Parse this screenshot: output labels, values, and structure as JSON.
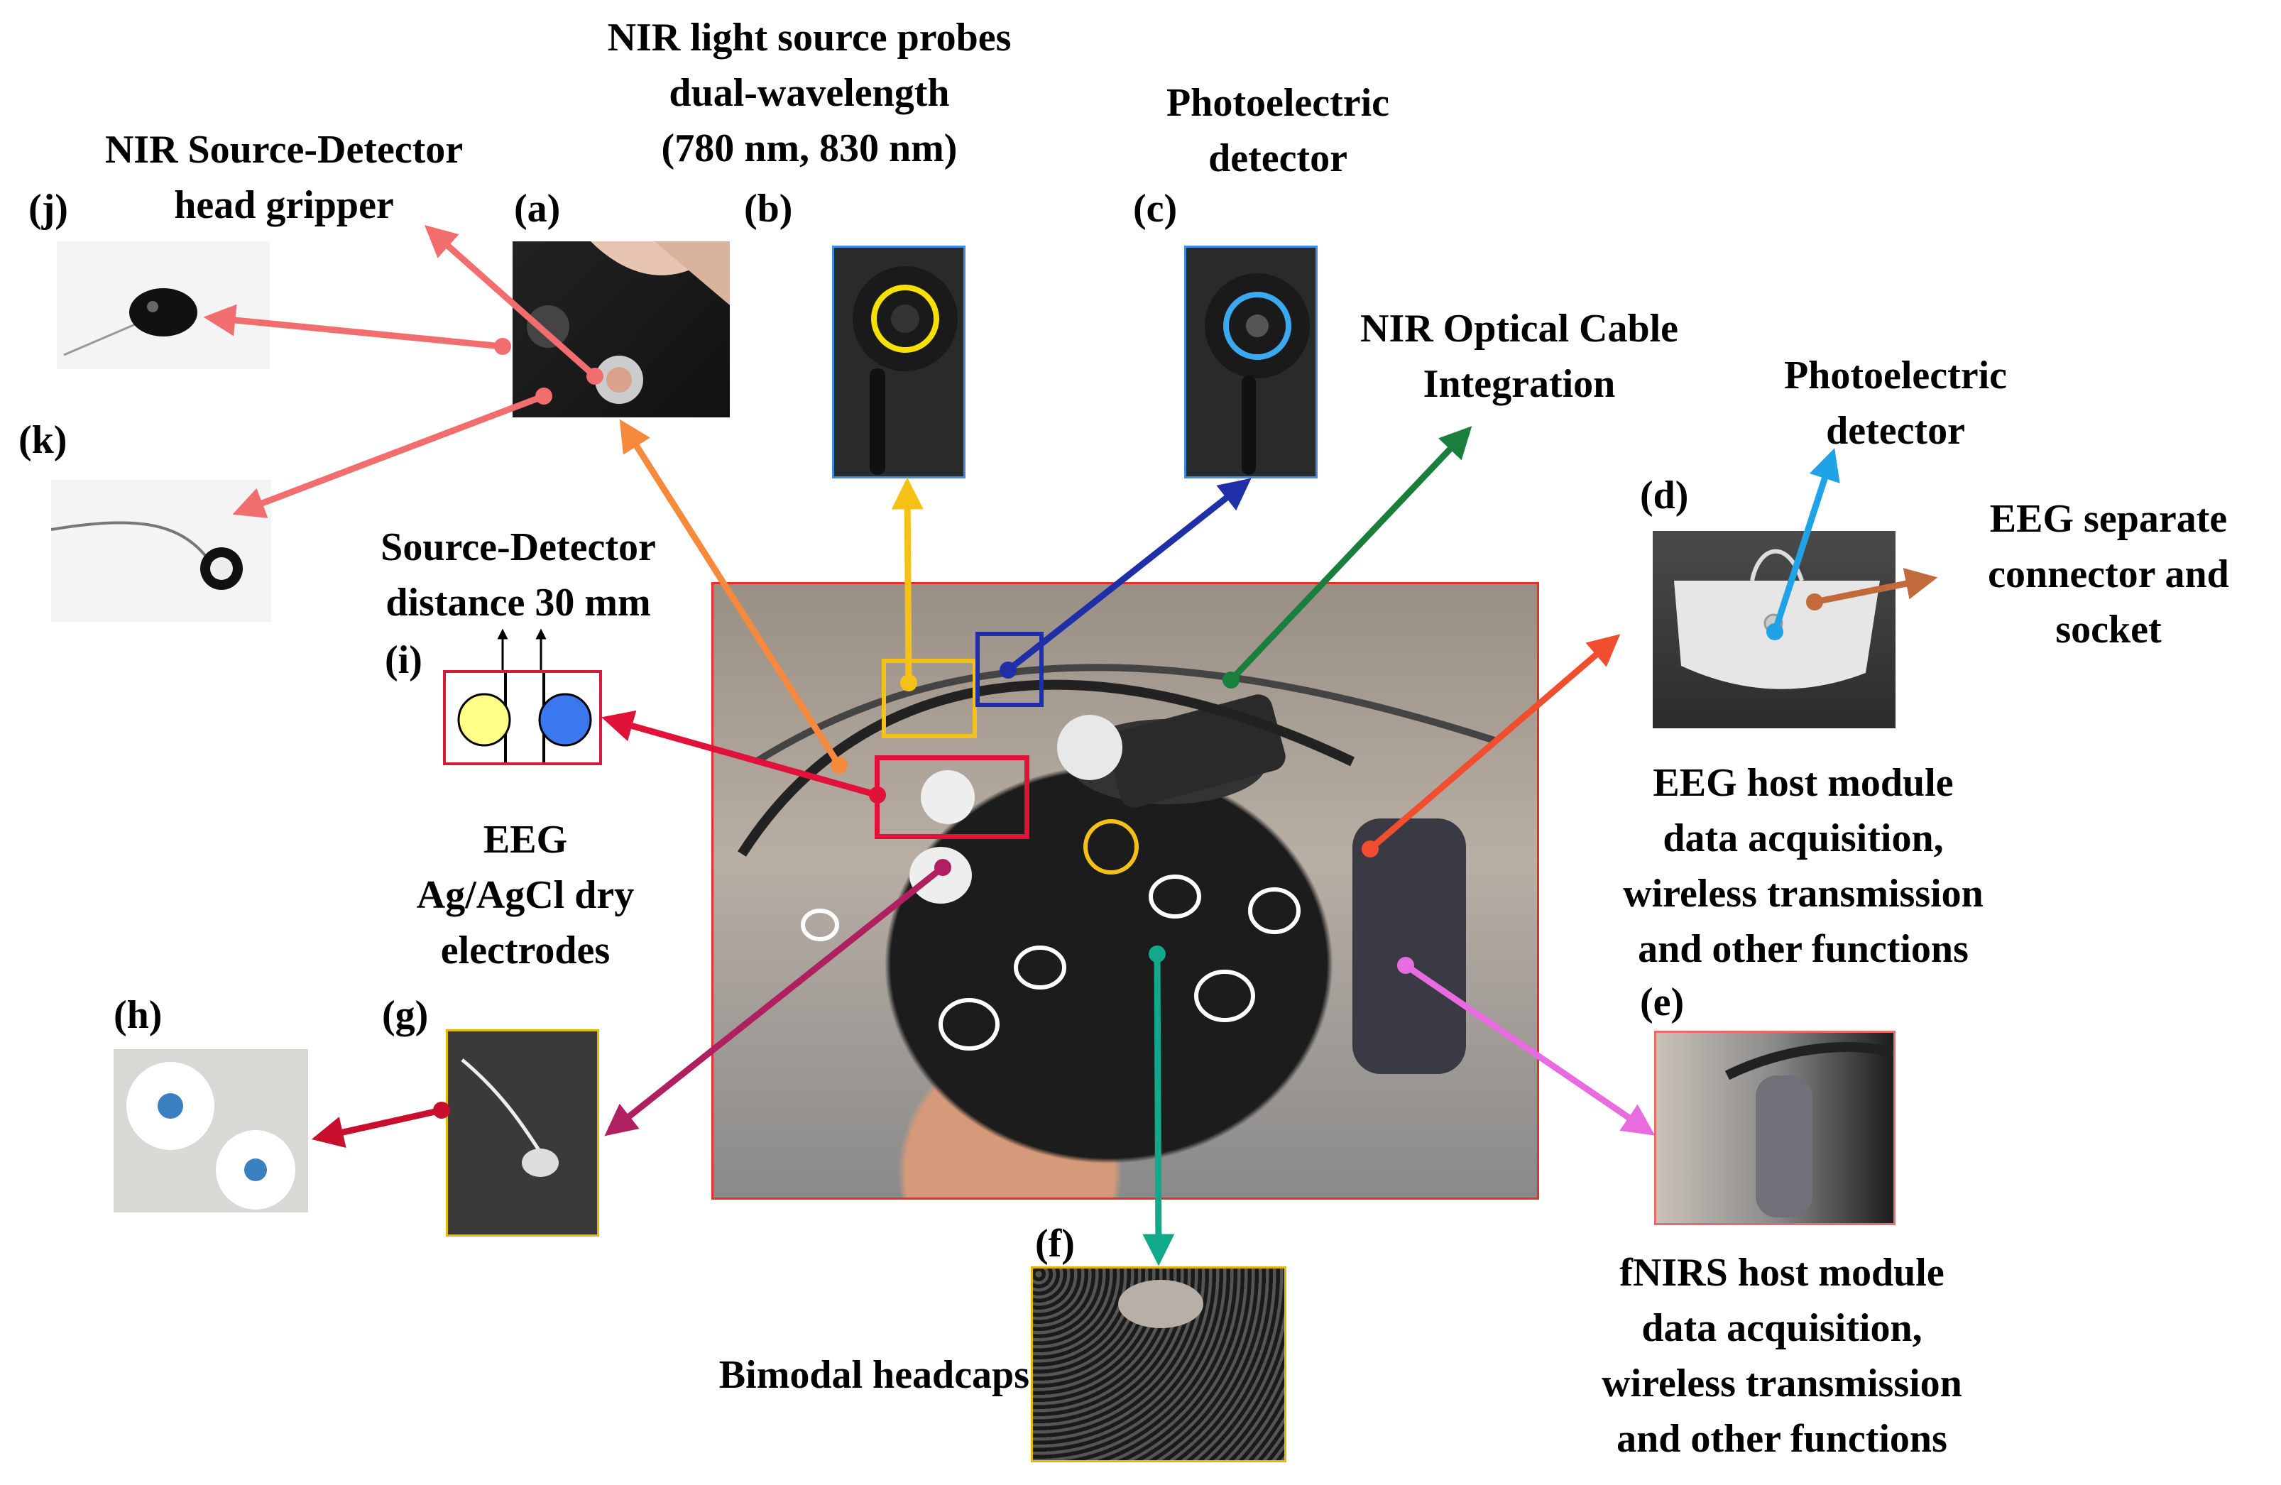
{
  "labels": {
    "j_title": [
      "NIR Source-Detector",
      "head gripper"
    ],
    "b_title": [
      "NIR light source probes",
      "dual-wavelength",
      "(780 nm, 830 nm)"
    ],
    "c_title": [
      "Photoelectric",
      "detector"
    ],
    "cable_title": [
      "NIR Optical Cable",
      "Integration"
    ],
    "d_photo_title": [
      "Photoelectric",
      "detector"
    ],
    "d_conn_title": [
      "EEG separate",
      "connector and",
      "socket"
    ],
    "i_title": [
      "Source-Detector",
      "distance 30 mm"
    ],
    "g_title": [
      "EEG",
      "Ag/AgCl dry",
      "electrodes"
    ],
    "eeg_host": [
      "EEG host module",
      "data acquisition,",
      "wireless transmission",
      "and other functions"
    ],
    "fnirs_host": [
      "fNIRS host module",
      "data acquisition,",
      "wireless transmission",
      "and other functions"
    ],
    "headcap": "Bimodal headcaps"
  },
  "tags": {
    "a": "(a)",
    "b": "(b)",
    "c": "(c)",
    "d": "(d)",
    "e": "(e)",
    "f": "(f)",
    "g": "(g)",
    "h": "(h)",
    "i": "(i)",
    "j": "(j)",
    "k": "(k)"
  },
  "colors": {
    "arrow_j": "#f26d6d",
    "arrow_a": "#f58a3c",
    "arrow_b": "#f5c116",
    "arrow_c": "#1f2fa8",
    "arrow_cable": "#1a7f3c",
    "arrow_d": "#f04e2e",
    "arrow_photo": "#1fa3e6",
    "arrow_conn": "#c26a3c",
    "arrow_i": "#e0123a",
    "arrow_g": "#b02060",
    "arrow_h": "#c8102e",
    "arrow_f": "#12a88a",
    "arrow_e": "#e86be0",
    "source_yellow": "#ffff88",
    "detector_blue": "#3b78f0",
    "main_border": "#e03030",
    "probe_box_yellow": "#f5c116",
    "probe_box_blue": "#1f2fa8"
  }
}
